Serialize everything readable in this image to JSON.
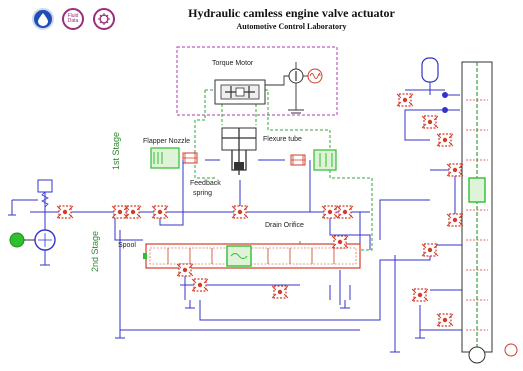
{
  "header": {
    "title": "Hydraulic camless engine valve actuator",
    "subtitle": "Automotive Control Laboratory"
  },
  "toolbar": {
    "buttons": [
      {
        "icon": "water-drop-icon",
        "color": "#1f4fb4"
      },
      {
        "icon": "fluid-data-icon",
        "label": "Fluid Data",
        "color": "#9b2e7b"
      },
      {
        "icon": "settings-icon",
        "color": "#9b2e7b"
      }
    ]
  },
  "diagram": {
    "labels": {
      "torque_motor": "Torque Motor",
      "flapper_nozzle": "Flapper Nozzle",
      "flexure_tube": "Flexure tube",
      "feedback": "Feedback",
      "spring": "spring",
      "drain_orifice": "Drain Orifice",
      "spool": "Spool",
      "first_stage": "1st Stage",
      "second_stage": "2nd Stage"
    },
    "colors": {
      "line": "#3333cc",
      "component_red": "#d23c2a",
      "green_dashed": "#3aa23a",
      "magenta_dashed": "#b03ab0",
      "highlight_green": "#2fbf2f"
    }
  }
}
